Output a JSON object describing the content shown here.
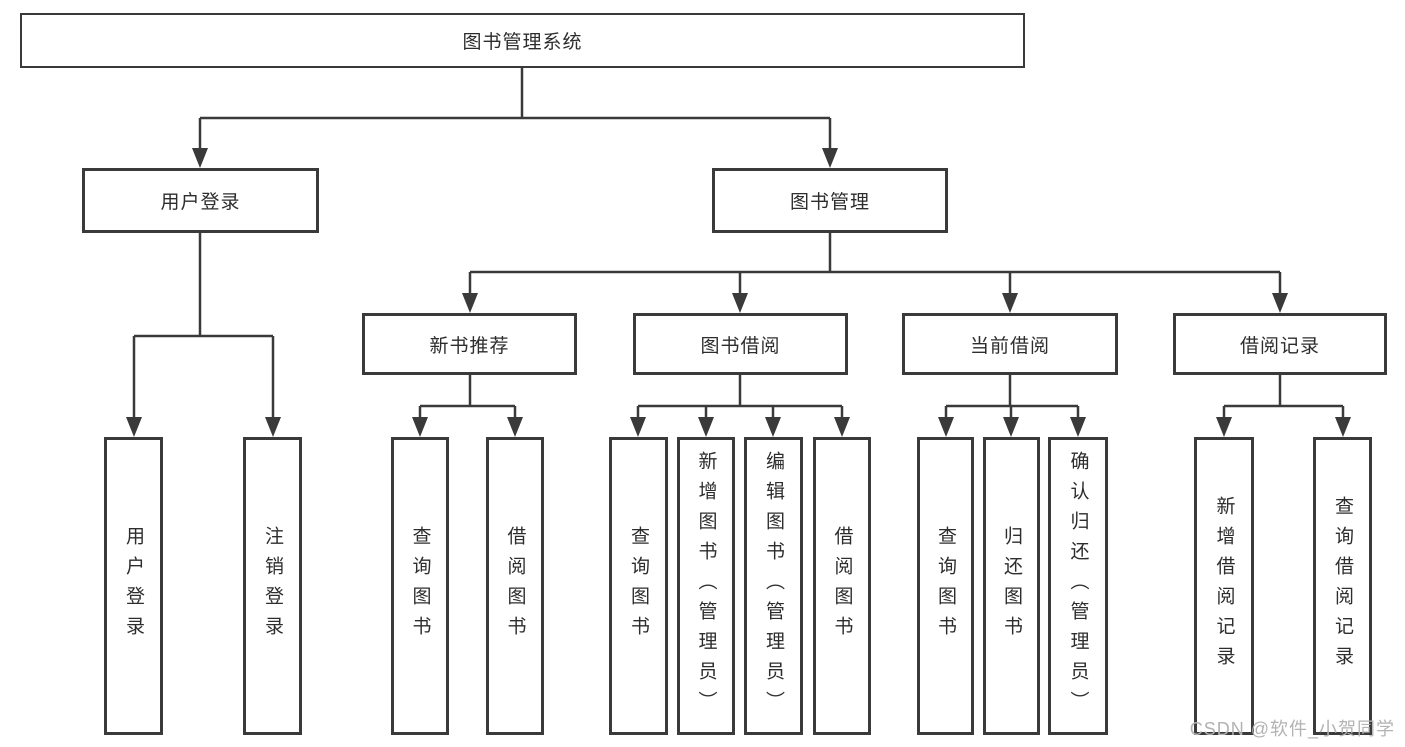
{
  "tree": {
    "label": "图书管理系统",
    "children": [
      {
        "label": "用户登录",
        "children": [
          {
            "label": "用户登录"
          },
          {
            "label": "注销登录"
          }
        ]
      },
      {
        "label": "图书管理",
        "children": [
          {
            "label": "新书推荐",
            "children": [
              {
                "label": "查询图书"
              },
              {
                "label": "借阅图书"
              }
            ]
          },
          {
            "label": "图书借阅",
            "children": [
              {
                "label": "查询图书"
              },
              {
                "label": "新增图书（管理员）"
              },
              {
                "label": "编辑图书（管理员）"
              },
              {
                "label": "借阅图书"
              }
            ]
          },
          {
            "label": "当前借阅",
            "children": [
              {
                "label": "查询图书"
              },
              {
                "label": "归还图书"
              },
              {
                "label": "确认归还（管理员）"
              }
            ]
          },
          {
            "label": "借阅记录",
            "children": [
              {
                "label": "新增借阅记录"
              },
              {
                "label": "查询借阅记录"
              }
            ]
          }
        ]
      }
    ]
  },
  "watermark": {
    "text": "CSDN @软件_小贺同学"
  },
  "colors": {
    "line": "#3a3a3a",
    "box_border": "#3a3a3a",
    "box_fill": "#ffffff",
    "text": "#2d2d2d",
    "watermark": "#b3b3b3"
  }
}
